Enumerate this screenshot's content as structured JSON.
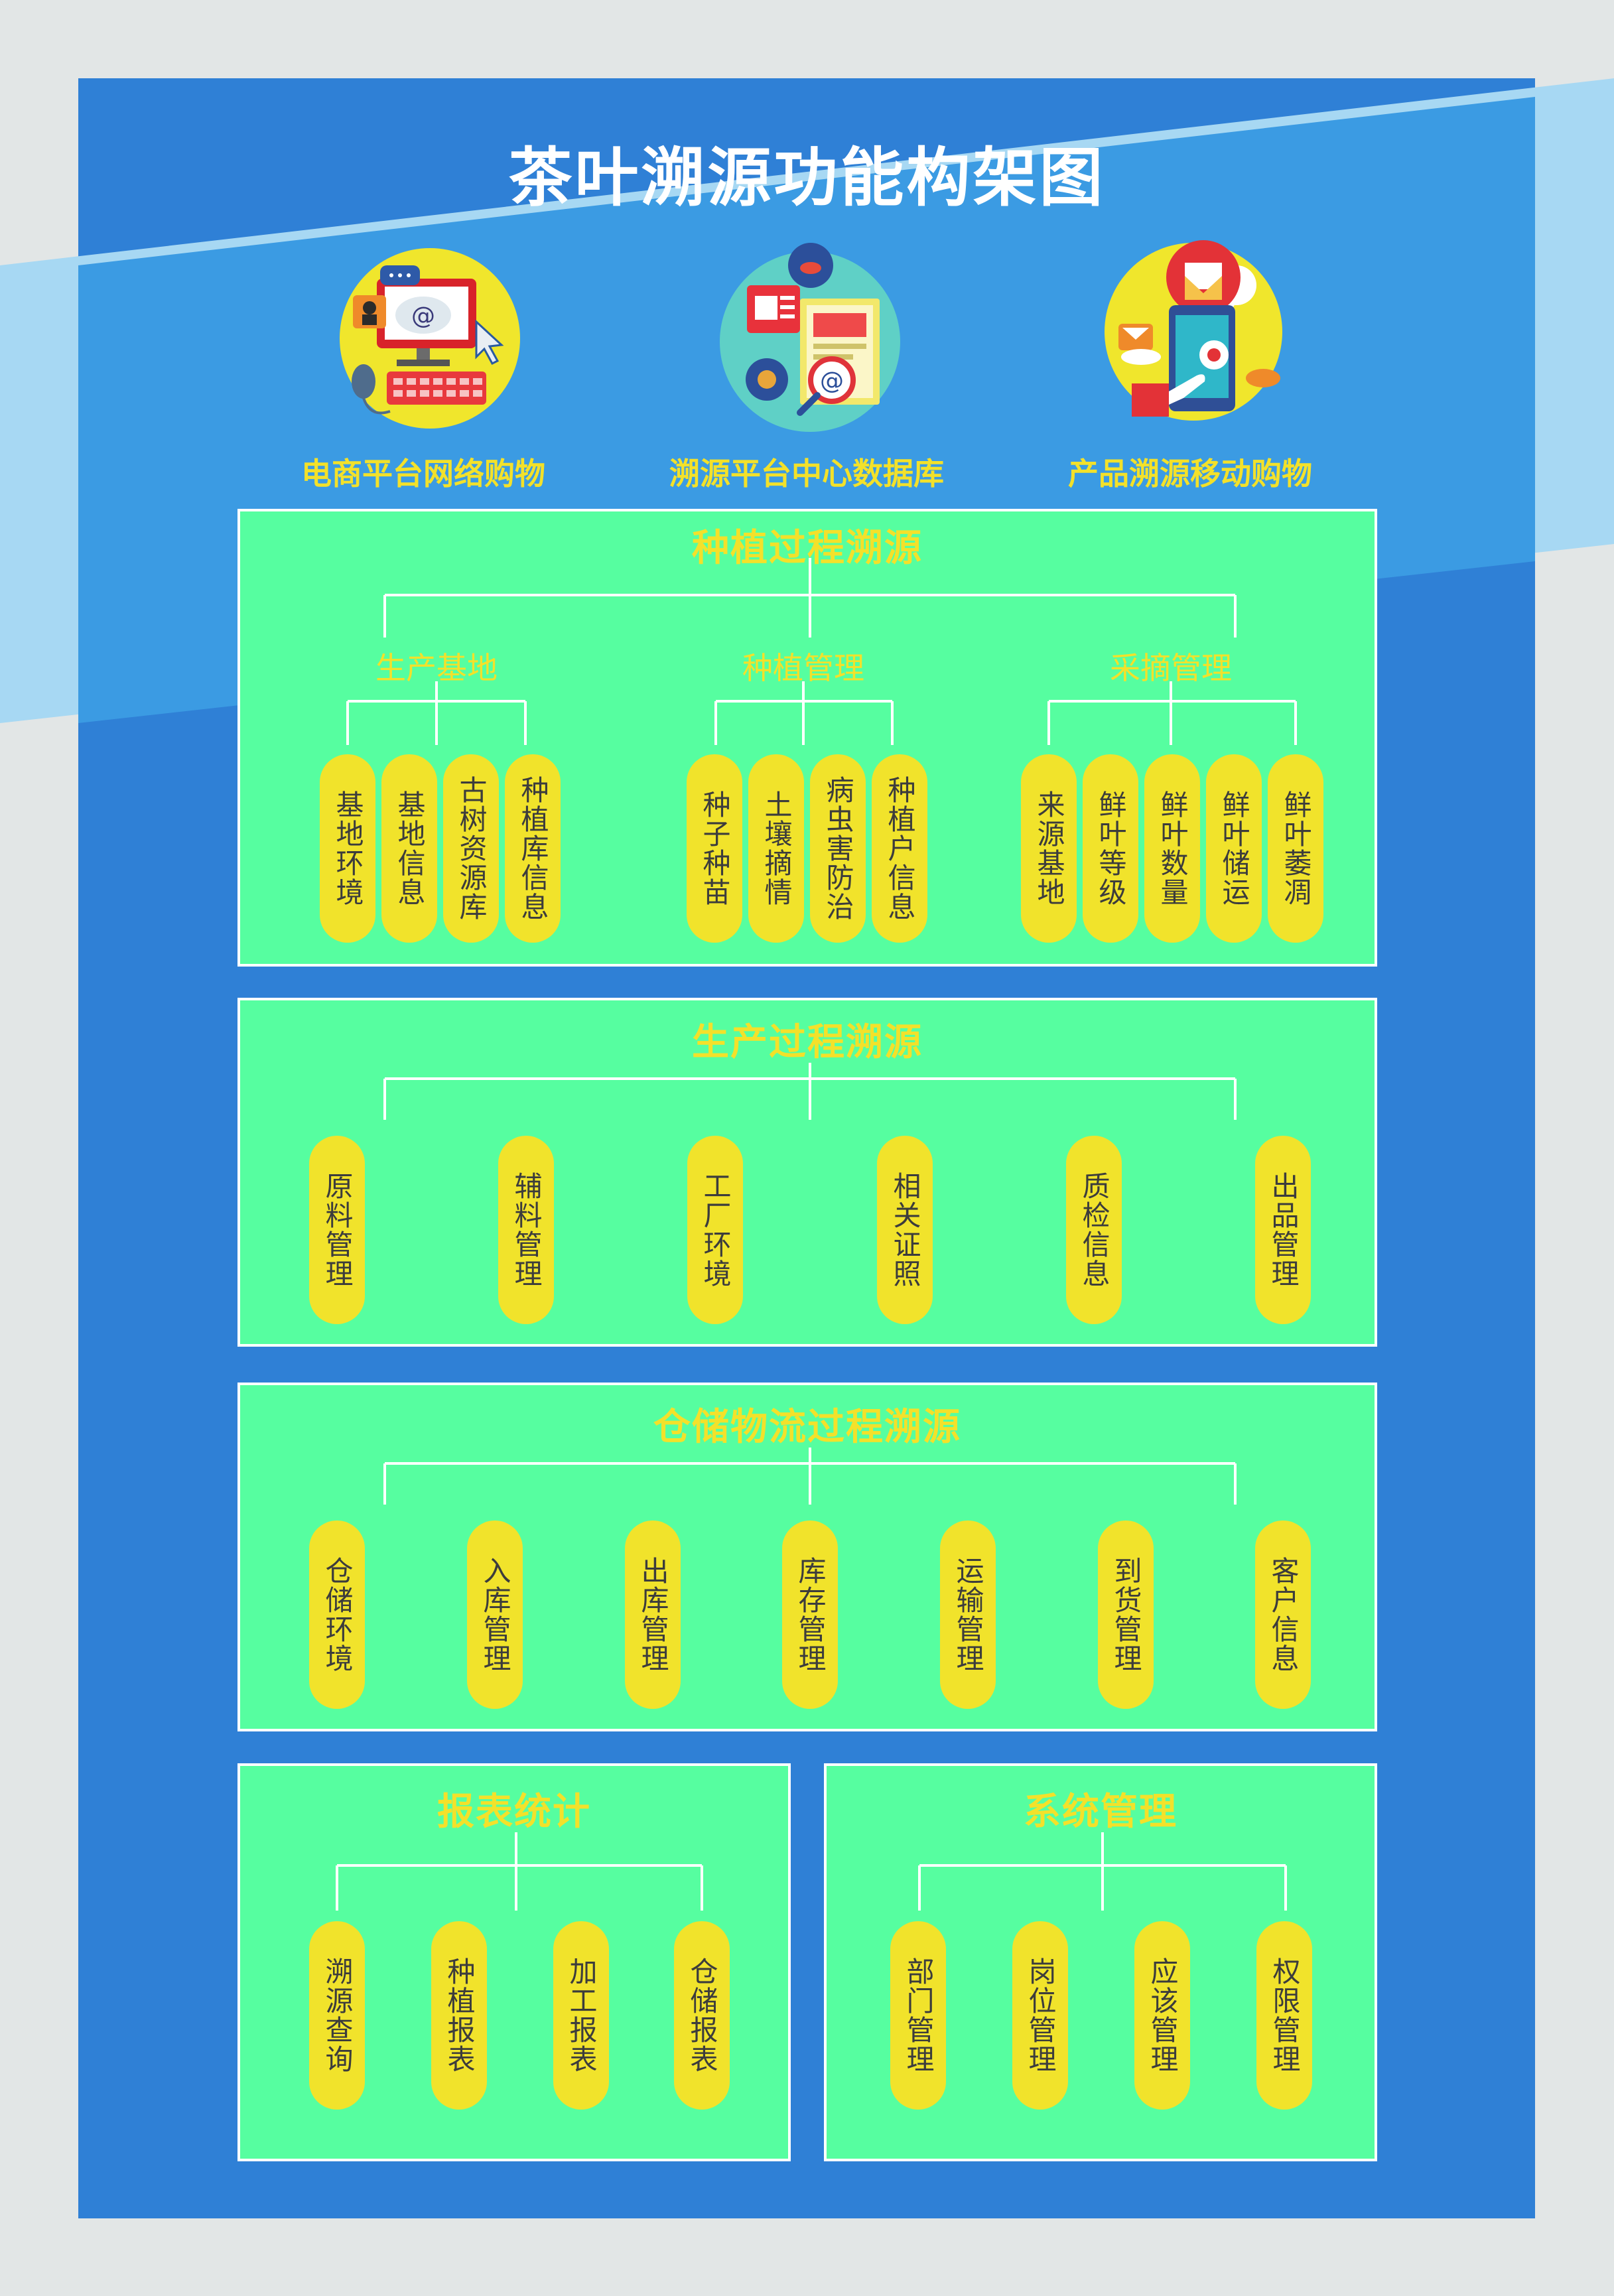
{
  "title": "茶叶溯源功能构架图",
  "features": [
    {
      "label": "电商平台网络购物",
      "icon": "computer-shopping-icon"
    },
    {
      "label": "溯源平台中心数据库",
      "icon": "database-search-icon"
    },
    {
      "label": "产品溯源移动购物",
      "icon": "mobile-shopping-icon"
    }
  ],
  "planting": {
    "title": "种植过程溯源",
    "groups": [
      {
        "title": "生产基地",
        "items": [
          "基地环境",
          "基地信息",
          "古树资源库",
          "种植库信息"
        ]
      },
      {
        "title": "种植管理",
        "items": [
          "种子种苗",
          "土壤摘情",
          "病虫害防治",
          "种植户信息"
        ]
      },
      {
        "title": "采摘管理",
        "items": [
          "来源基地",
          "鲜叶等级",
          "鲜叶数量",
          "鲜叶储运",
          "鲜叶萎凋"
        ]
      }
    ]
  },
  "production": {
    "title": "生产过程溯源",
    "items": [
      "原料管理",
      "辅料管理",
      "工厂环境",
      "相关证照",
      "质检信息",
      "出品管理"
    ]
  },
  "logistics": {
    "title": "仓储物流过程溯源",
    "items": [
      "仓储环境",
      "入库管理",
      "出库管理",
      "库存管理",
      "运输管理",
      "到货管理",
      "客户信息"
    ]
  },
  "reports": {
    "title": "报表统计",
    "items": [
      "溯源查询",
      "种植报表",
      "加工报表",
      "仓储报表"
    ]
  },
  "system": {
    "title": "系统管理",
    "items": [
      "部门管理",
      "岗位管理",
      "应该管理",
      "权限管理"
    ]
  },
  "colors": {
    "background": "#2f80d6",
    "panel": "#56fea0",
    "pill": "#f1e32b",
    "accent_text": "#f3e12a"
  }
}
